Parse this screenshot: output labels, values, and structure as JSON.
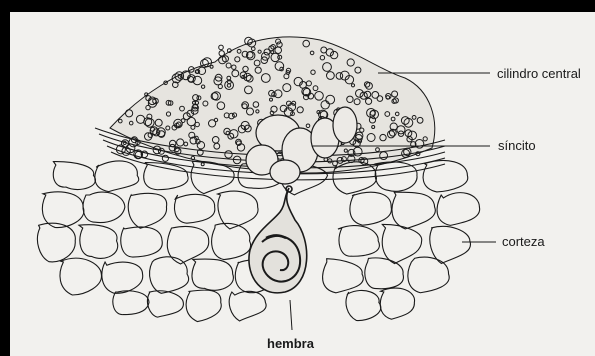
{
  "labels": {
    "cilindro_central": "cilindro central",
    "sincito": "síncito",
    "corteza": "corteza",
    "hembra": "hembra"
  },
  "colors": {
    "background_border": "#000000",
    "paper": "#f2f1ee",
    "ink": "#1a1a1a"
  }
}
